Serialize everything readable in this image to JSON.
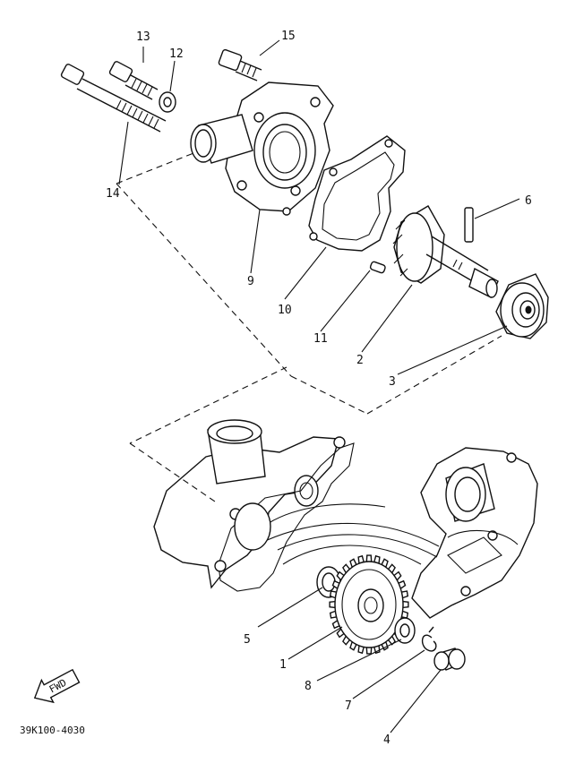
{
  "diagram_id": "39K100-4030",
  "callouts": {
    "n1": "1",
    "n2": "2",
    "n3": "3",
    "n4": "4",
    "n5": "5",
    "n6": "6",
    "n7": "7",
    "n8": "8",
    "n9": "9",
    "n10": "10",
    "n11": "11",
    "n12": "12",
    "n13": "13",
    "n14": "14",
    "n15": "15"
  },
  "fwd_label": "FWD"
}
